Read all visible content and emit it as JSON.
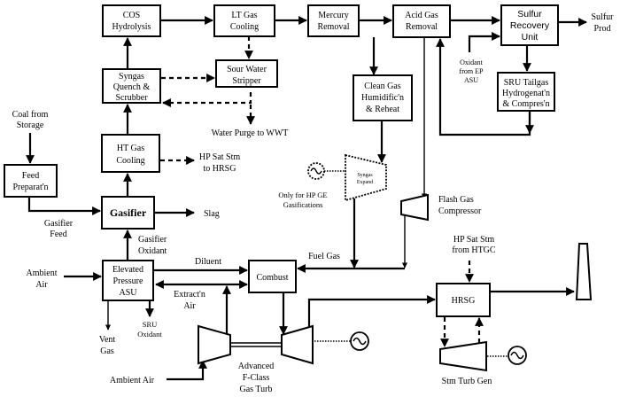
{
  "diagram": {
    "title": "IGCC process flow diagram",
    "blocks": {
      "cos_hydrolysis": [
        "COS",
        "Hydrolysis"
      ],
      "lt_gas_cooling": [
        "LT Gas",
        "Cooling"
      ],
      "mercury_removal": [
        "Mercury",
        "Removal"
      ],
      "acid_gas_removal": [
        "Acid Gas",
        "Removal"
      ],
      "sulfur_recovery_unit": [
        "Sulfur",
        "Recovery",
        "Unit"
      ],
      "syngas_quench_scrubber": [
        "Syngas",
        "Quench &",
        "Scrubber"
      ],
      "sour_water_stripper": [
        "Sour Water",
        "Stripper"
      ],
      "clean_gas_humidification": [
        "Clean Gas",
        "Humidific'n",
        "& Reheat"
      ],
      "sru_tailgas": [
        "SRU Tailgas",
        "Hydrogenat'n",
        "& Compres'n"
      ],
      "ht_gas_cooling": [
        "HT Gas",
        "Cooling"
      ],
      "feed_preparation": [
        "Feed",
        "Preparat'n"
      ],
      "gasifier": [
        "Gasifier"
      ],
      "elevated_pressure_asu": [
        "Elevated",
        "Pressure",
        "ASU"
      ],
      "combust": [
        "Combust"
      ],
      "hrsg": [
        "HRSG"
      ]
    },
    "equipment": {
      "syngas_expander": [
        "Syngas",
        "Expand"
      ],
      "flash_gas_compressor": [
        "Flash Gas",
        "Compressor"
      ],
      "gas_turbine": [
        "Advanced",
        "F-Class",
        "Gas Turb"
      ],
      "steam_turbine": [
        "Stm Turb Gen"
      ]
    },
    "stream_labels": {
      "sulfur_prod": [
        "Sulfur",
        "Prod"
      ],
      "oxidant_from_ep_asu": [
        "Oxidant",
        "from EP",
        "ASU"
      ],
      "coal_from_storage": [
        "Coal from",
        "Storage"
      ],
      "water_purge": [
        "Water Purge to WWT"
      ],
      "hp_sat_stm_to_hrsg": [
        "HP Sat Stm",
        "to HRSG"
      ],
      "only_for_hp_ge": [
        "Only for HP GE",
        "Gasifications"
      ],
      "gasifier_feed": [
        "Gasifier",
        "Feed"
      ],
      "slag": [
        "Slag"
      ],
      "gasifier_oxidant": [
        "Gasifier",
        "Oxidant"
      ],
      "ambient_air_asu": [
        "Ambient",
        "Air"
      ],
      "diluent": [
        "Diluent"
      ],
      "extraction_air": [
        "Extract'n",
        "Air"
      ],
      "fuel_gas": [
        "Fuel Gas"
      ],
      "hp_sat_stm_from_htgc": [
        "HP Sat Stm",
        "from HTGC"
      ],
      "vent_gas": [
        "Vent",
        "Gas"
      ],
      "sru_oxidant": [
        "SRU",
        "Oxidant"
      ],
      "ambient_air_gt": [
        "Ambient Air"
      ]
    },
    "generator_symbol": "~"
  }
}
